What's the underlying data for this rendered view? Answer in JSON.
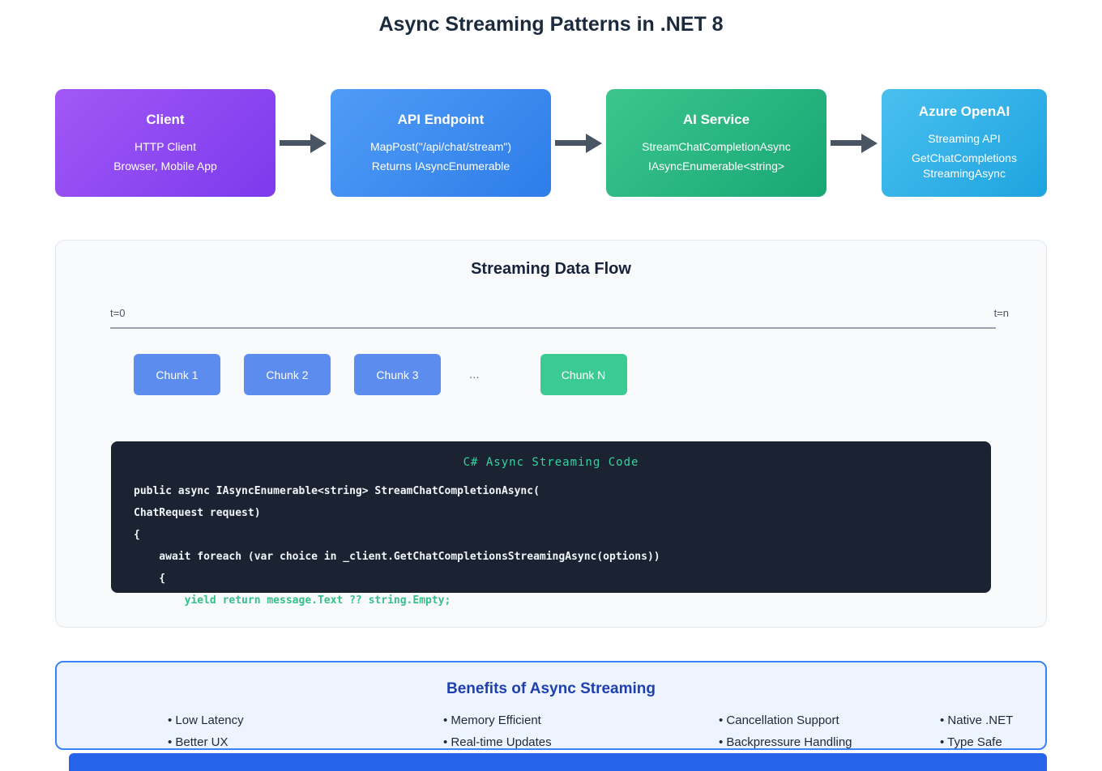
{
  "page": {
    "title": "Async Streaming Patterns in .NET 8"
  },
  "flow_boxes": [
    {
      "title": "Client",
      "line1": "HTTP Client",
      "line2": "Browser, Mobile App"
    },
    {
      "title": "API Endpoint",
      "line1": "MapPost(\"/api/chat/stream\")",
      "line2": "Returns IAsyncEnumerable"
    },
    {
      "title": "AI Service",
      "line1": "StreamChatCompletionAsync",
      "line2": "IAsyncEnumerable<string>"
    },
    {
      "title": "Azure OpenAI",
      "line1": "Streaming API",
      "line2": "GetChatCompletions StreamingAsync"
    }
  ],
  "data_flow": {
    "title": "Streaming Data Flow",
    "timeline_start": "t=0",
    "timeline_end": "t=n",
    "chunks": [
      "Chunk 1",
      "Chunk 2",
      "Chunk 3"
    ],
    "ellipsis": "...",
    "chunk_n": "Chunk N",
    "code": {
      "title": "C# Async Streaming Code",
      "lines": [
        "public async IAsyncEnumerable<string> StreamChatCompletionAsync(",
        "ChatRequest request)",
        "{",
        "    await foreach (var choice in _client.GetChatCompletionsStreamingAsync(options))",
        "    {",
        "        yield return message.Text ?? string.Empty;"
      ]
    }
  },
  "benefits": {
    "title": "Benefits of Async Streaming",
    "columns": [
      {
        "items": [
          "• Low Latency",
          "• Better UX"
        ]
      },
      {
        "items": [
          "• Memory Efficient",
          "• Real-time Updates"
        ]
      },
      {
        "items": [
          "• Cancellation Support",
          "• Backpressure Handling"
        ]
      },
      {
        "items": [
          "• Native .NET",
          "• Type Safe"
        ]
      }
    ]
  },
  "colors": {
    "client_box": "#8b5cf6",
    "api_box": "#3b82f6",
    "ai_box": "#18a674",
    "azure_box": "#2eb3e8",
    "chunk_blue": "#5b8cee",
    "chunk_green": "#3bcb92",
    "code_background": "#1b2231",
    "code_accent": "#36d39e",
    "benefits_border": "#3b82f6",
    "benefits_title": "#1e40af",
    "arrow": "#4a5563",
    "bottom_bar": "#2563eb"
  }
}
